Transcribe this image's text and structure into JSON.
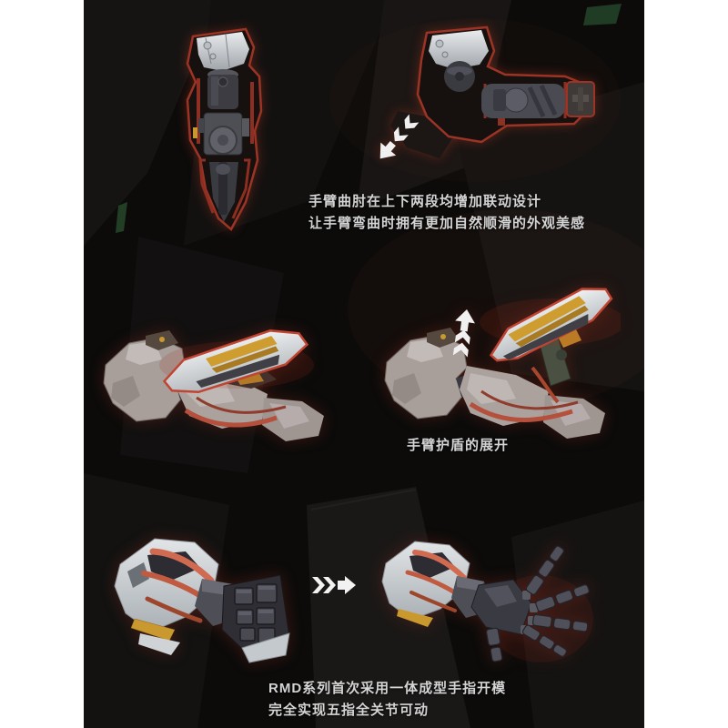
{
  "sections": {
    "elbow": {
      "caption_line1": "手臂曲肘在上下两段均增加联动设计",
      "caption_line2": "让手臂弯曲时拥有更加自然顺滑的外观美感"
    },
    "shield": {
      "caption": "手臂护盾的展开"
    },
    "fingers": {
      "caption_line1": "RMD系列首次采用一体成型手指开模",
      "caption_line2": "完全实现五指全关节可动"
    }
  },
  "icons": {
    "elbow_bend_arrow": "chevron-arrow-down-left",
    "shield_deploy_arrow": "chevron-arrow-up",
    "hand_transform_arrow": "double-chevron-arrow-right"
  },
  "colors": {
    "page_background": "#ffffff",
    "panel_background": "#0c0b0a",
    "caption_text": "#d4d4d4",
    "highlight_red_outline": "#a83527",
    "armor_light_gray": "#c9cdd1",
    "armor_warm_gray": "#aba29e",
    "mech_dark_gray": "#46464c",
    "gold_accent": "#c9992f",
    "cable_red_orange": "#cd6a4f",
    "arrow_white": "#f2f2f2",
    "green_accent": "#2c5531"
  }
}
